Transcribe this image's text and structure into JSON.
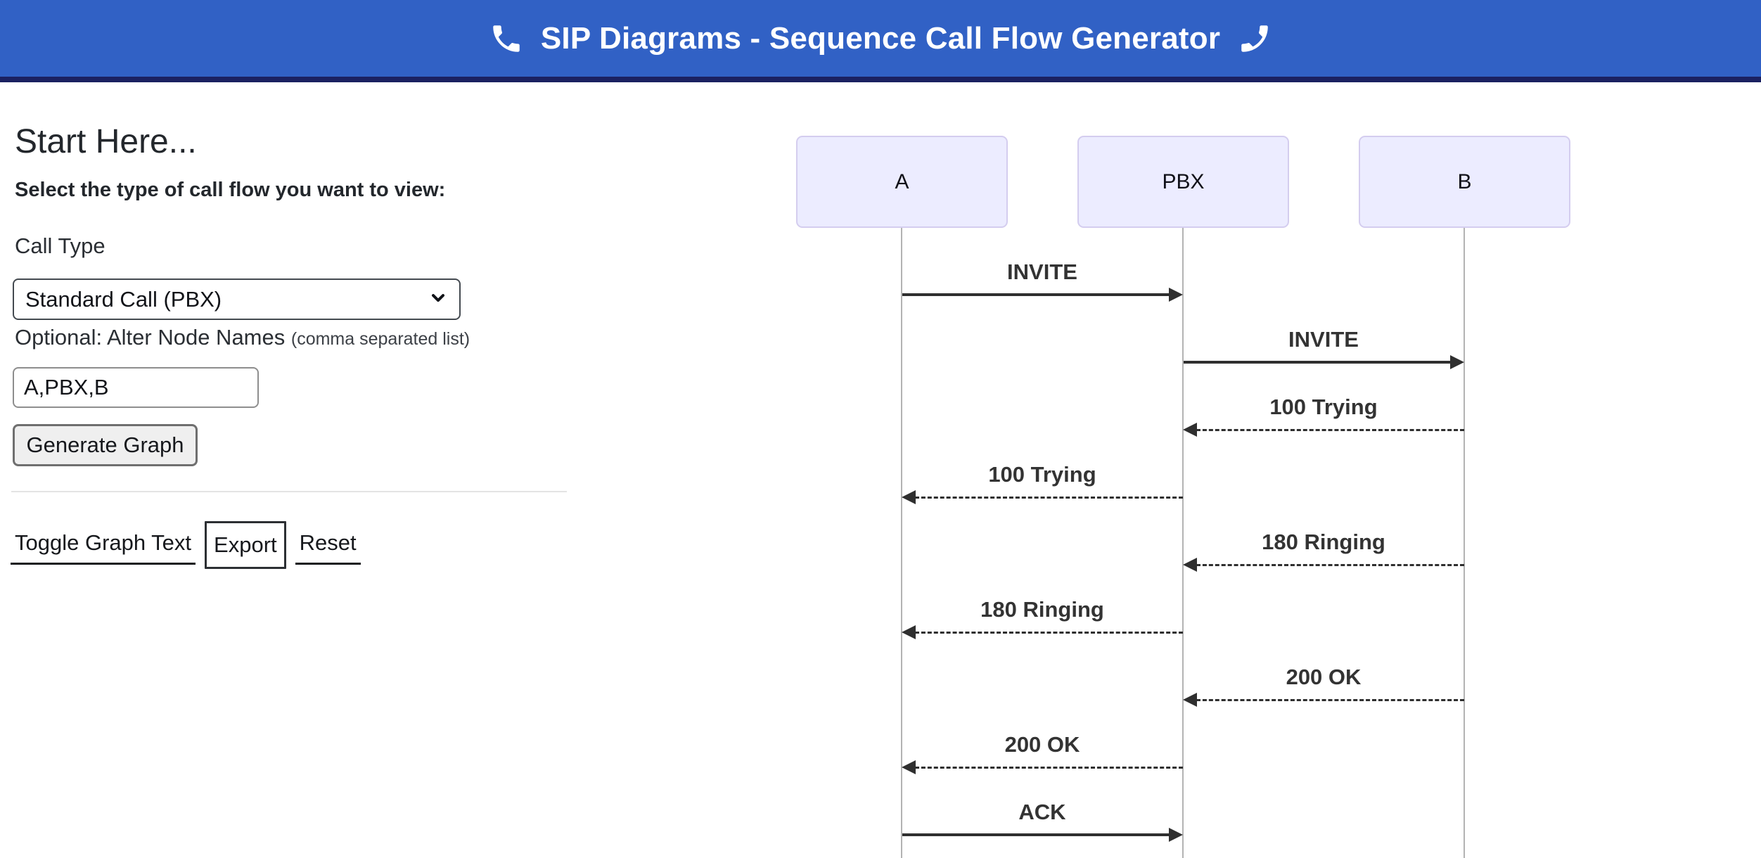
{
  "header": {
    "title": "SIP Diagrams - Sequence Call Flow Generator",
    "bg_color": "#3161c5",
    "border_color": "#1b2161",
    "icons": [
      "phone-icon",
      "phone-icon-mirrored"
    ]
  },
  "panel": {
    "heading": "Start Here...",
    "subheading": "Select the type of call flow you want to view:",
    "call_type_label": "Call Type",
    "call_type_value": "Standard Call (PBX)",
    "node_names_label": "Optional: Alter Node Names",
    "node_names_hint": "(comma separated list)",
    "node_names_value": "A,PBX,B",
    "generate_label": "Generate Graph",
    "toggle_label": "Toggle Graph Text",
    "export_label": "Export",
    "reset_label": "Reset"
  },
  "diagram": {
    "actors": [
      "A",
      "PBX",
      "B"
    ],
    "actor_fill": "#ECECFF",
    "actor_border": "#d4cdef",
    "lifeline_color": "#b3b3b3",
    "arrow_color": "#2f2f2f",
    "messages": [
      {
        "label": "INVITE",
        "from": "A",
        "to": "PBX",
        "line": "solid"
      },
      {
        "label": "INVITE",
        "from": "PBX",
        "to": "B",
        "line": "solid"
      },
      {
        "label": "100 Trying",
        "from": "B",
        "to": "PBX",
        "line": "dashed"
      },
      {
        "label": "100 Trying",
        "from": "PBX",
        "to": "A",
        "line": "dashed"
      },
      {
        "label": "180 Ringing",
        "from": "B",
        "to": "PBX",
        "line": "dashed"
      },
      {
        "label": "180 Ringing",
        "from": "PBX",
        "to": "A",
        "line": "dashed"
      },
      {
        "label": "200 OK",
        "from": "B",
        "to": "PBX",
        "line": "dashed"
      },
      {
        "label": "200 OK",
        "from": "PBX",
        "to": "A",
        "line": "dashed"
      },
      {
        "label": "ACK",
        "from": "A",
        "to": "PBX",
        "line": "solid"
      }
    ]
  }
}
